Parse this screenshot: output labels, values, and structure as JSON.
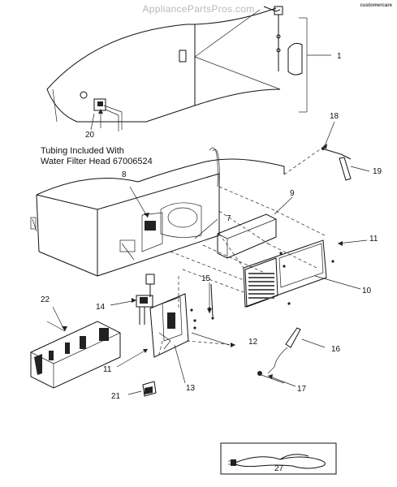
{
  "watermark": "AppliancePartsPros.com",
  "brand_mark": "customercare",
  "note": {
    "line1": "Tubing Included With",
    "line2": "Water Filter Head 67006524"
  },
  "callouts": [
    "1",
    "18",
    "19",
    "20",
    "8",
    "9",
    "7",
    "11",
    "10",
    "15",
    "12",
    "16",
    "22",
    "14",
    "11",
    "13",
    "17",
    "21",
    "27"
  ]
}
